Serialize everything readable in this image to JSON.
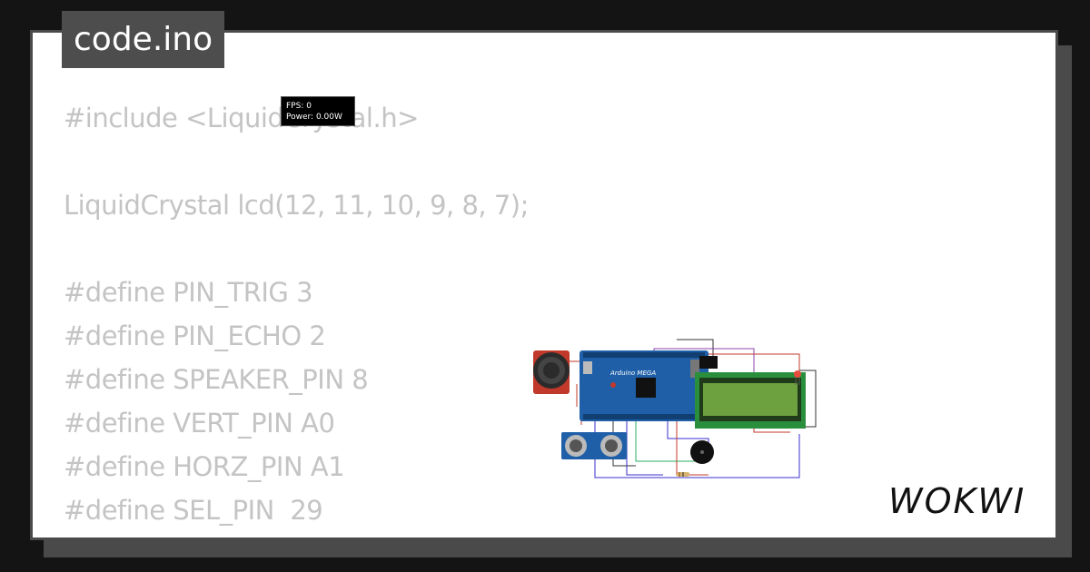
{
  "file": {
    "name": "code.ino"
  },
  "code_lines": [
    "#include <LiquidCrystal.h>",
    "",
    "LiquidCrystal lcd(12, 11, 10, 9, 8, 7);",
    "",
    "#define PIN_TRIG 3",
    "#define PIN_ECHO 2",
    "#define SPEAKER_PIN 8",
    "#define VERT_PIN A0",
    "#define HORZ_PIN A1",
    "#define SEL_PIN  29"
  ],
  "sim_overlay": {
    "fps": "FPS: 0",
    "power": "Power: 0.00W"
  },
  "board": {
    "label": "Arduino MEGA"
  },
  "brand": {
    "logo_text": "WOKWI"
  },
  "colors": {
    "background": "#141414",
    "card": "#ffffff",
    "tab": "#4d4d4d",
    "code_text": "#c4c4c4",
    "board": "#1f5fa8",
    "lcd_green": "#6da13f"
  }
}
